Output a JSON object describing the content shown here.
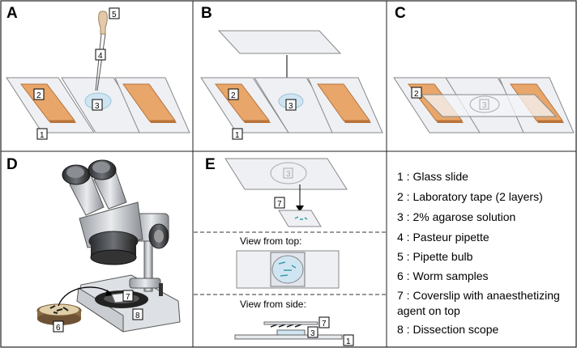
{
  "panels": {
    "a": {
      "letter": "A"
    },
    "b": {
      "letter": "B"
    },
    "c": {
      "letter": "C"
    },
    "d": {
      "letter": "D"
    },
    "e": {
      "letter": "E",
      "view_top": "View from top:",
      "view_side": "View from side:"
    }
  },
  "numbers": {
    "n1": "1",
    "n2": "2",
    "n3": "3",
    "n4": "4",
    "n5": "5",
    "n6": "6",
    "n7": "7",
    "n8": "8"
  },
  "legend": {
    "items": [
      "1 : Glass slide",
      "2 : Laboratory tape (2 layers)",
      "3 : 2% agarose solution",
      "4 : Pasteur pipette",
      "5 : Pipette bulb",
      "6 : Worm samples",
      "7 : Coverslip with anaesthetizing",
      "agent on top",
      "8 :  Dissection scope"
    ]
  },
  "colors": {
    "tape": "#e8a66a",
    "tape_edge": "#b9733a",
    "glass": "#eef0f4",
    "agarose": "#cfe6f2",
    "bulb": "#e2c9a8"
  }
}
